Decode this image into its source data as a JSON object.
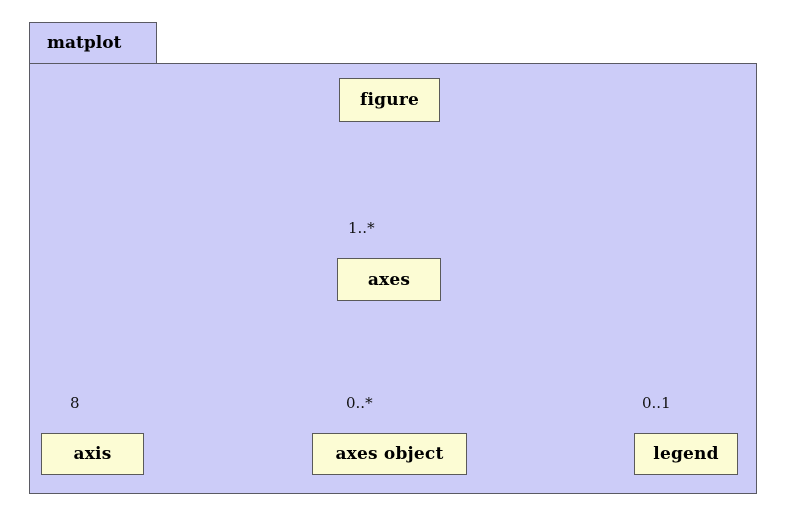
{
  "diagram": {
    "type": "uml-package-class-diagram",
    "package": {
      "name": "matplot",
      "tab_label": "matplot",
      "fill_color": "#ccccf8",
      "border_color": "#5a5a63"
    },
    "node_style": {
      "fill_color": "#fcfcd4",
      "border_color": "#5a5a5a",
      "text_color": "#000000"
    },
    "nodes": [
      {
        "id": "figure",
        "label": "figure"
      },
      {
        "id": "axes",
        "label": "axes"
      },
      {
        "id": "axis",
        "label": "axis"
      },
      {
        "id": "axes_object",
        "label": "axes object"
      },
      {
        "id": "legend",
        "label": "legend"
      }
    ],
    "edges": [
      {
        "id": "figure-axes",
        "from": "figure",
        "to": "axes",
        "relation": "composition",
        "multiplicity": "1..*",
        "diamond_end": "figure",
        "arrow_end": "axes"
      },
      {
        "id": "axes-axis",
        "from": "axes",
        "to": "axis",
        "relation": "composition",
        "multiplicity": "8",
        "diamond_end": "axes",
        "arrow_end": "axis"
      },
      {
        "id": "axes-axes_object",
        "from": "axes",
        "to": "axes_object",
        "relation": "composition",
        "multiplicity": "0..*",
        "diamond_end": "axes",
        "arrow_end": "axes_object"
      },
      {
        "id": "axes-legend",
        "from": "axes",
        "to": "legend",
        "relation": "composition",
        "multiplicity": "0..1",
        "diamond_end": "axes",
        "arrow_end": "legend"
      }
    ]
  }
}
